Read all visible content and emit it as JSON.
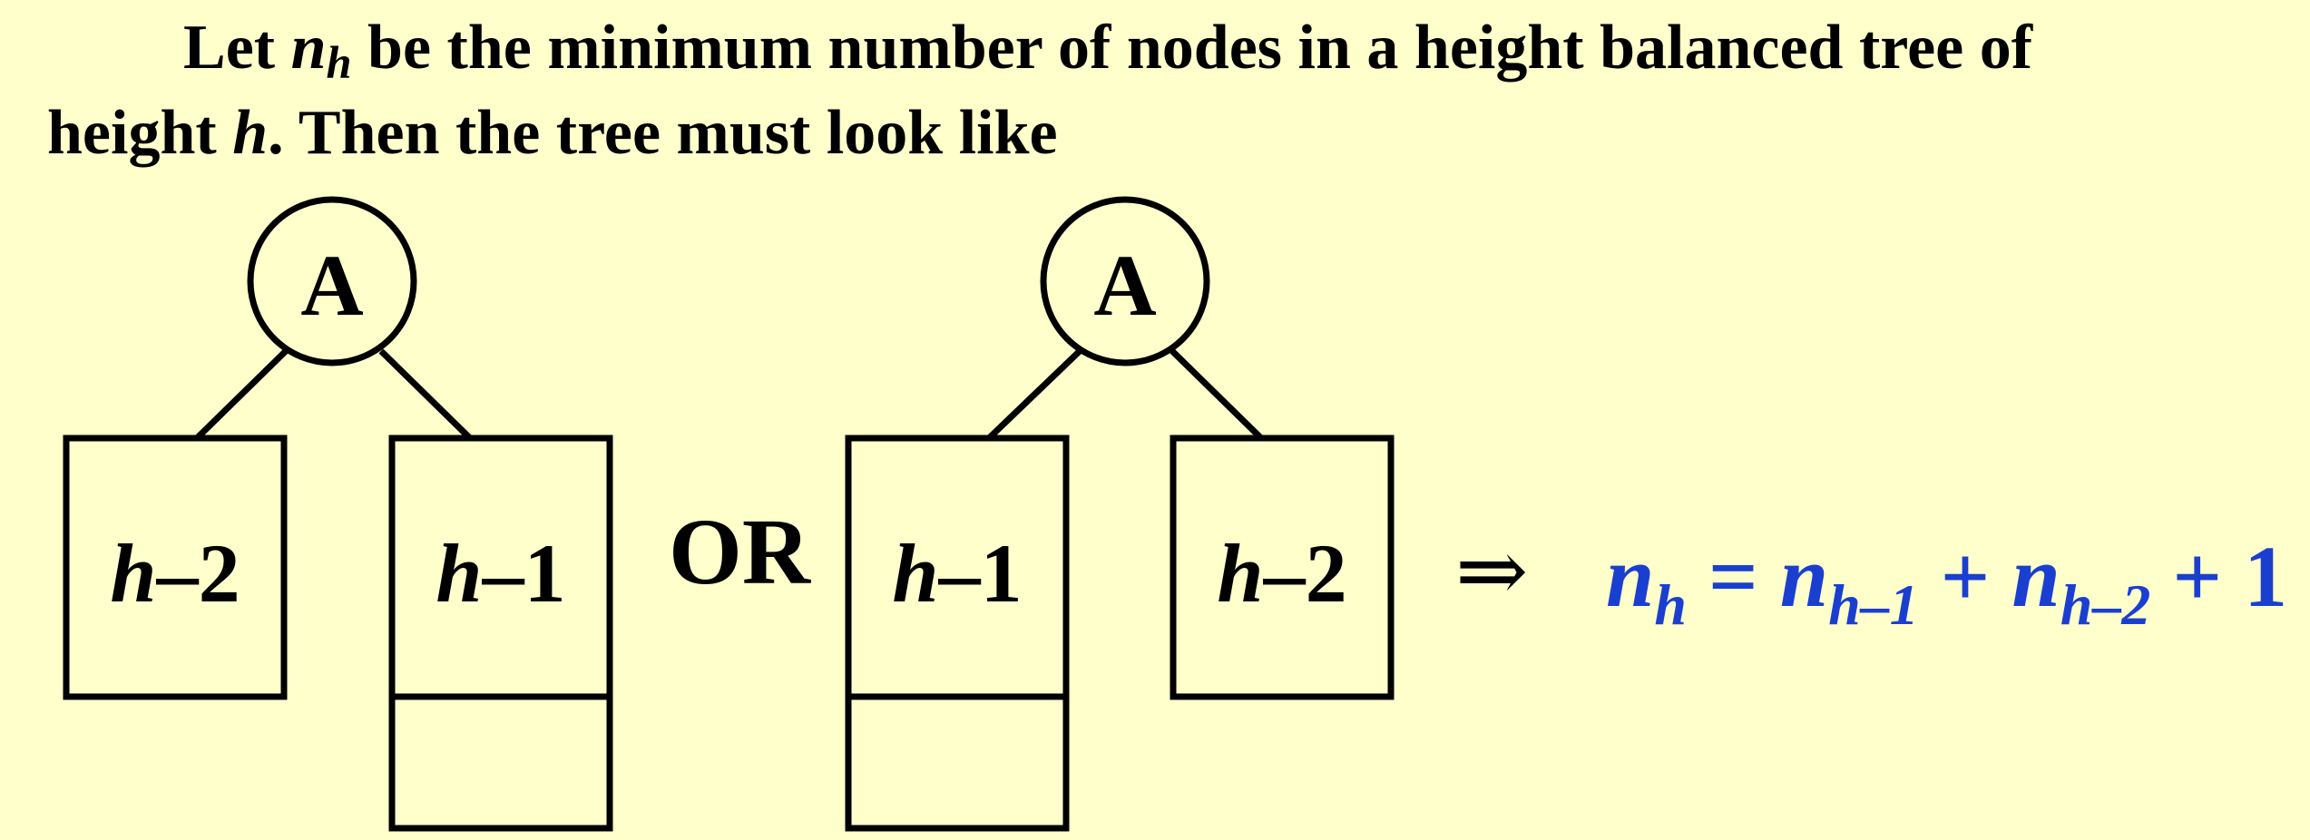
{
  "text": {
    "line1": {
      "a": "Let ",
      "n": "n",
      "h": "h",
      "b": " be the minimum number of nodes in a height balanced tree of"
    },
    "line2": {
      "a": "height ",
      "h": "h",
      "b": ".  Then the tree must look like"
    }
  },
  "diagram": {
    "left_tree": {
      "root_label": "A",
      "left_box": {
        "var": "h",
        "rest": "–2"
      },
      "right_box": {
        "var": "h",
        "rest": "–1"
      }
    },
    "or_label": "OR",
    "right_tree": {
      "root_label": "A",
      "left_box": {
        "var": "h",
        "rest": "–1"
      },
      "right_box": {
        "var": "h",
        "rest": "–2"
      }
    },
    "implies": "⇒",
    "formula": {
      "n1": "n",
      "s1": "h",
      "eq": " = ",
      "n2": "n",
      "s2": "h–1",
      "plus1": " + ",
      "n3": "n",
      "s3": "h–2",
      "plus2": " + ",
      "one": "1"
    }
  },
  "colors": {
    "background": "#ffffcc",
    "formula": "#1a3fd0"
  }
}
